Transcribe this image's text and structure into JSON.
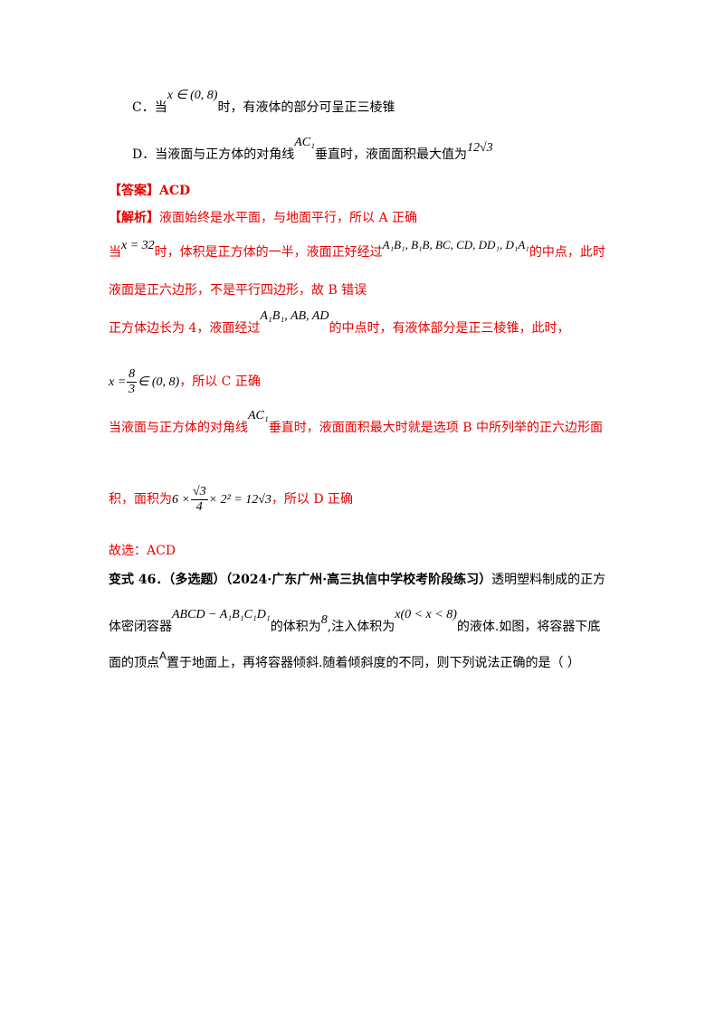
{
  "option_c": {
    "label": "C．当",
    "math": "x ∈ (0, 8)",
    "text": "时，有液体的部分可呈正三棱锥"
  },
  "option_d": {
    "label": "D．当液面与正方体的对角线",
    "math1": "AC₁",
    "text1": "垂直时，液面面积最大值为",
    "math2": "12√3"
  },
  "answer": {
    "label": "【答案】ACD"
  },
  "analysis": {
    "label": "【解析】",
    "line1": "液面始终是水平面，与地面平行，所以 A 正确",
    "line2_a": "当",
    "line2_math1": "x = 32",
    "line2_b": "时，体积是正方体的一半，液面正好经过",
    "line2_math2": "A₁B₁, B₁B, BC, CD, DD₁, D₁A₁",
    "line2_c": "的中点，此时",
    "line3": "液面是正六边形，不是平行四边形，故 B 错误",
    "line4_a": "正方体边长为 4，液面经过",
    "line4_math": "A₁B₁, AB, AD",
    "line4_b": "的中点时，有液体部分是正三棱锥，此时，",
    "line5_x": "x =",
    "line5_num": "8",
    "line5_den": "3",
    "line5_rest": "∈ (0, 8)",
    "line5_text": "，所以 C 正确",
    "line6_a": "当液面与正方体的对角线",
    "line6_math": "AC₁",
    "line6_b": "垂直时，液面面积最大时就是选项 B 中所列举的正六边形面",
    "line7_a": "积，面积为",
    "line7_pre": "6 ×",
    "line7_num": "√3",
    "line7_den": "4",
    "line7_post": "× 2² = 12√3",
    "line7_b": "，所以 D 正确",
    "conclusion": "故选：ACD"
  },
  "variant": {
    "title": "变式 46．（多选题）（2024·广东广州·高三执信中学校考阶段练习）",
    "line1_rest": "透明塑料制成的正方",
    "line2_a": "体密闭容器",
    "line2_math1": "ABCD − A₁B₁C₁D₁",
    "line2_b": "的体积为",
    "line2_math2": "8",
    "line2_c": ",注入体积为",
    "line2_math3": "x(0 < x < 8)",
    "line2_d": "的液体.如图，将容器下底",
    "line3_a": "面的顶点",
    "line3_math": "A",
    "line3_b": "置于地面上，再将容器倾斜.随着倾斜度的不同，则下列说法正确的是（    ）"
  }
}
